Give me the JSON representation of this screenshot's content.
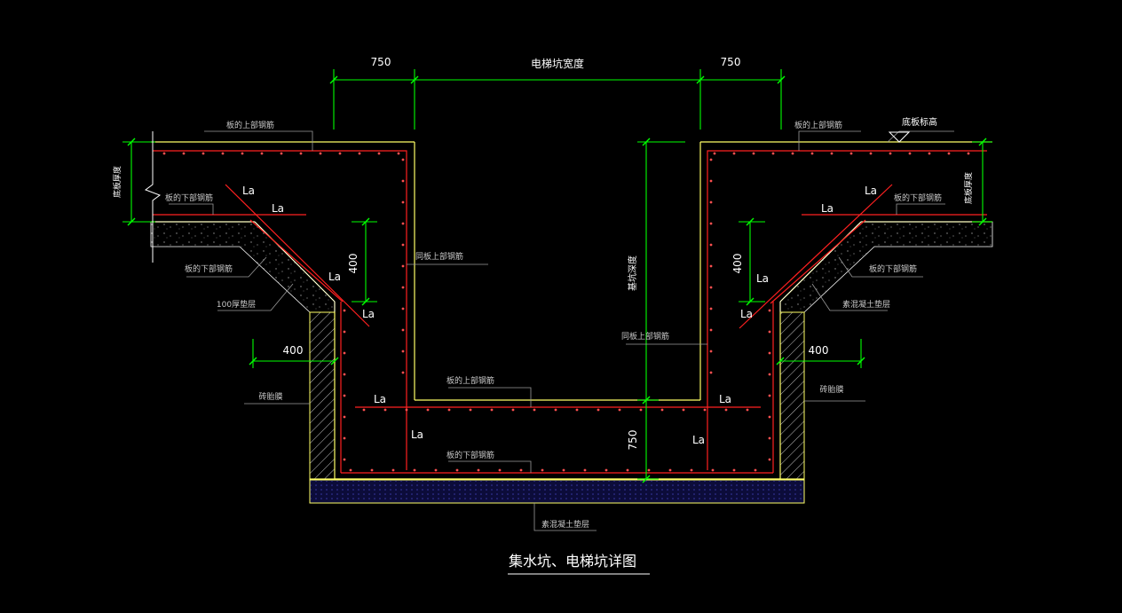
{
  "title": "集水坑、电梯坑详图",
  "dimensions": {
    "left_750": "750",
    "right_750": "750",
    "pit_width": "电梯坑宽度",
    "left_400_vert": "400",
    "right_400_vert": "400",
    "left_400_horiz": "400",
    "right_400_horiz": "400",
    "bottom_750": "750",
    "pit_depth": "基坑深度",
    "slab_thickness_left": "底板厚度",
    "slab_thickness_right": "底板厚度",
    "elevation": "底板标高"
  },
  "annotations": {
    "top_bar_left": "板的上部钢筋",
    "top_bar_right": "板的上部钢筋",
    "bottom_bar_left": "板的下部钢筋",
    "bottom_bar_right": "板的下部钢筋",
    "slope_bottom_bar_left": "板的下部钢筋",
    "slope_bottom_bar_right": "板的下部钢筋",
    "cushion_left": "100厚垫层",
    "cushion_right": "素混凝土垫层",
    "wall_top_bar_left": "同板上部钢筋",
    "wall_top_bar_center": "同板上部钢筋",
    "brick_wall_left": "砖胎膜",
    "brick_wall_right": "砖胎膜",
    "pit_top_bar": "板的上部钢筋",
    "pit_bottom_bar": "板的下部钢筋",
    "bottom_cushion": "素混凝土垫层"
  },
  "anchor_labels": {
    "la_1": "La",
    "la_2": "La",
    "la_3": "La",
    "la_4": "La",
    "la_5": "La",
    "la_6": "La",
    "la_7": "La",
    "la_8": "La",
    "la_9": "La",
    "la_10": "La",
    "la_11": "La",
    "la_12": "La"
  },
  "colors": {
    "background": "#000000",
    "rebar": "#ff2020",
    "concrete_outline": "#ffff66",
    "dimension": "#00ff00",
    "leader": "#a0a0a0",
    "text": "#ffffff"
  }
}
